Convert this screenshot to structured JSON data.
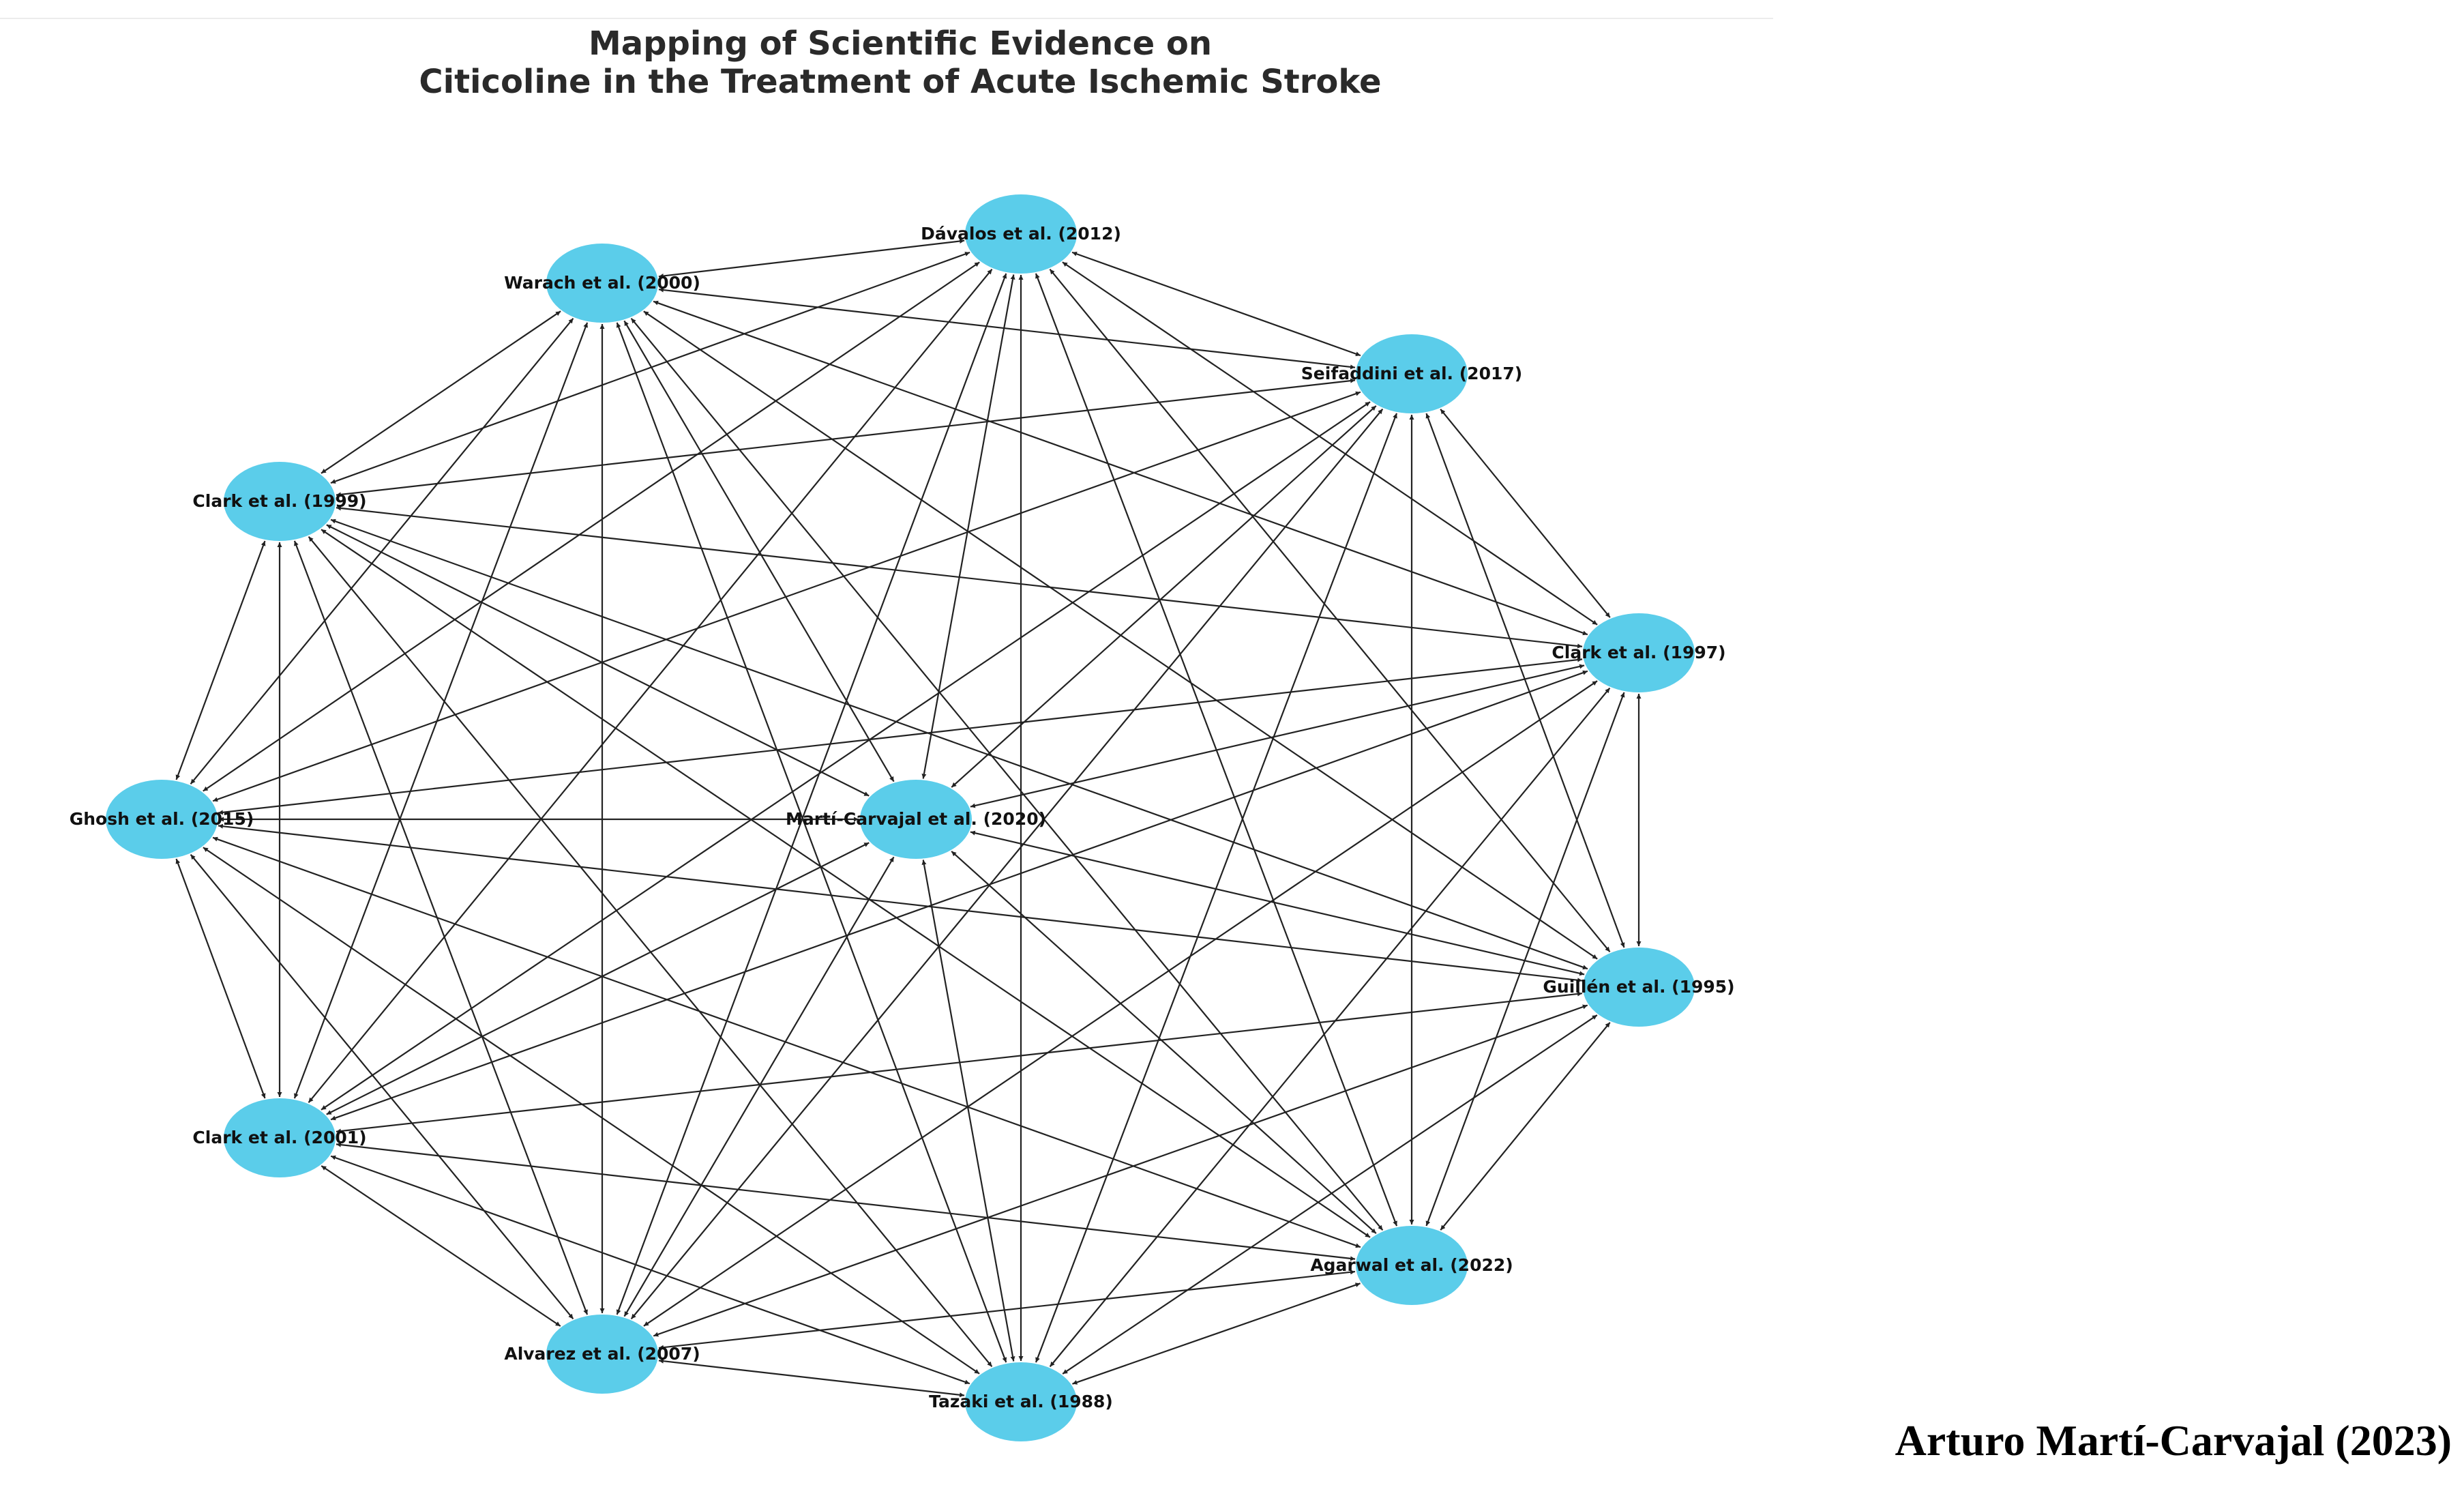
{
  "title": {
    "line1": "Mapping of Scientific Evidence on",
    "line2": "Citicoline in the Treatment of Acute Ischemic Stroke"
  },
  "credit": "Arturo Martí-Carvajal (2023)",
  "colors": {
    "node": "#5bcdea",
    "edge": "#222222",
    "background": "#ffffff"
  },
  "graph": {
    "type": "directed network",
    "edges_rule": "every node connected to every other node",
    "nodes": [
      {
        "id": "davalos2012",
        "label": "Dávalos et al. (2012)"
      },
      {
        "id": "warach2000",
        "label": "Warach et al. (2000)"
      },
      {
        "id": "seifaddini2017",
        "label": "Seifaddini et al. (2017)"
      },
      {
        "id": "clark1999",
        "label": "Clark et al. (1999)"
      },
      {
        "id": "clark1997",
        "label": "Clark et al. (1997)"
      },
      {
        "id": "ghosh2015",
        "label": "Ghosh et al. (2015)"
      },
      {
        "id": "marticarvajal2020",
        "label": "Martí-Carvajal et al. (2020)"
      },
      {
        "id": "guillen1995",
        "label": "Guillén et al. (1995)"
      },
      {
        "id": "clark2001",
        "label": "Clark et al. (2001)"
      },
      {
        "id": "agarwal2022",
        "label": "Agarwal et al. (2022)"
      },
      {
        "id": "alvarez2007",
        "label": "Alvarez et al. (2007)"
      },
      {
        "id": "tazaki1988",
        "label": "Tazaki et al. (1988)"
      }
    ]
  }
}
